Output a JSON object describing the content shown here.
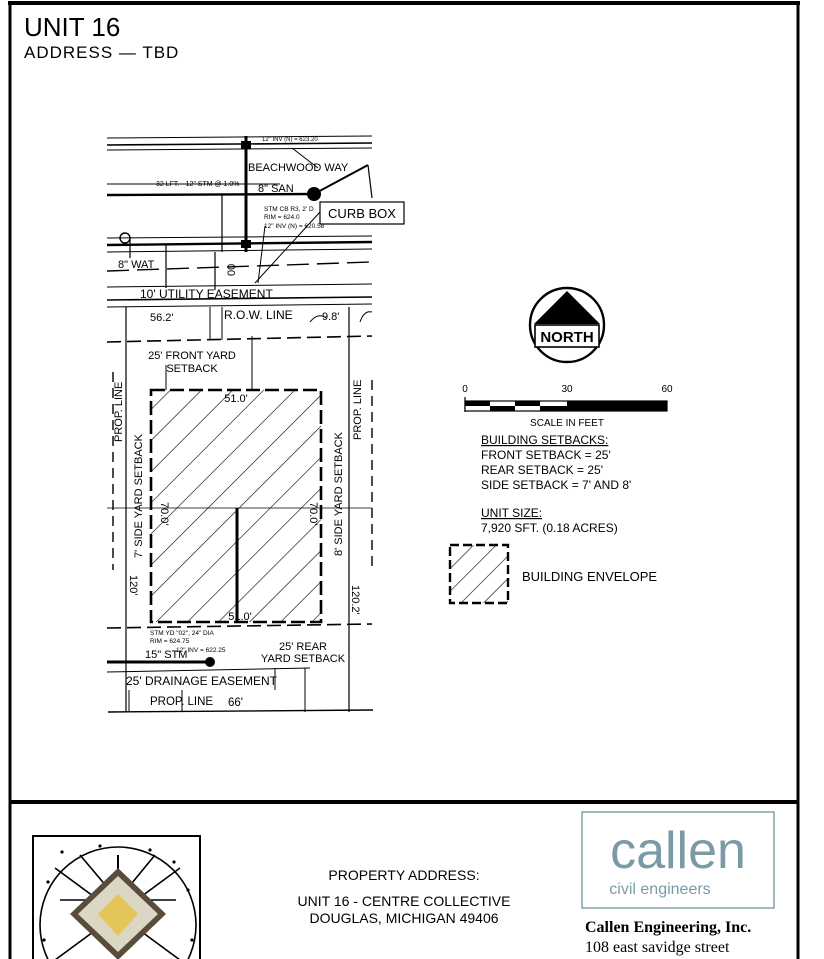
{
  "header": {
    "unit_title": "UNIT 16",
    "address_line": "ADDRESS — TBD"
  },
  "site_plan": {
    "street_label": "BEACHWOOD WAY",
    "top_cut_label": "12\" INV (N) = 623.20",
    "storm_pipe_label": "32 LFT. - 12\" STM @ 1.0%",
    "sanitary_label": "8\" SAN",
    "catch_basin_lines": [
      "STM CB R3, 2' D",
      "RIM = 624.0",
      "12\" INV (N) = 620.58"
    ],
    "curb_box_label": "CURB BOX",
    "water_label": "8\" WAT",
    "vertical_00_label": "00",
    "utility_easement_label": "10' UTILITY EASEMENT",
    "front_width_left": "56.2'",
    "row_line_label": "R.O.W. LINE",
    "curve_label": "9.8'",
    "front_setback_lines": [
      "25' FRONT YARD",
      "SETBACK"
    ],
    "prop_line_left": "PROP. LINE",
    "prop_line_right": "PROP. LINE",
    "envelope_top_width": "51.0'",
    "envelope_bottom_width": "51.0'",
    "envelope_left_depth": "70.0'",
    "envelope_right_depth": "70.0'",
    "side_setback_left": "7' SIDE YARD SETBACK",
    "side_setback_right": "8' SIDE YARD SETBACK",
    "lot_depth_left": "120'",
    "lot_depth_right": "120.2'",
    "storm_yard_lines": [
      "STM YD \"02\", 24\" DIA",
      "RIM = 624.75",
      "12\" INV = 622.25"
    ],
    "storm_15_label": "15\" STM",
    "rear_setback_lines": [
      "25' REAR",
      "YARD SETBACK"
    ],
    "drainage_easement_label": "25' DRAINAGE EASEMENT",
    "bottom_prop_line_label": "PROP. LINE",
    "bottom_width_label": "66'"
  },
  "north_arrow": {
    "label": "NORTH"
  },
  "scale_bar": {
    "ticks": [
      "0",
      "30",
      "60"
    ],
    "label": "SCALE IN FEET"
  },
  "notes": {
    "setbacks_heading": "BUILDING SETBACKS:",
    "setback_lines": [
      "FRONT SETBACK = 25'",
      "REAR SETBACK = 25'",
      "SIDE SETBACK = 7' AND 8'"
    ],
    "unit_size_heading": "UNIT SIZE:",
    "unit_size_value": "7,920 SFT. (0.18 ACRES)"
  },
  "legend": {
    "building_envelope_label": "BUILDING ENVELOPE"
  },
  "title_block": {
    "property_address_heading": "PROPERTY ADDRESS:",
    "property_address_line1": "UNIT 16 - CENTRE COLLECTIVE",
    "property_address_line2": "DOUGLAS, MICHIGAN 49406",
    "logo_word": "callen",
    "logo_subtitle": "civil engineers",
    "company_name": "Callen Engineering, Inc.",
    "company_street": "108 east savidge street"
  },
  "colors": {
    "ink": "#000000",
    "logo_teal": "#7a9ba6",
    "logo_gold": "#e3c55a",
    "logo_beige": "#dcd6c4"
  }
}
